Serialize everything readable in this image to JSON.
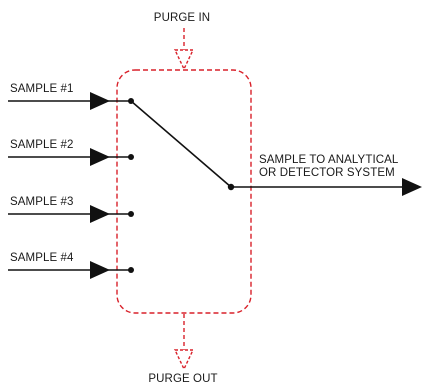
{
  "labels": {
    "purge_in": "PURGE IN",
    "purge_out": "PURGE OUT",
    "output_line1": "SAMPLE TO ANALYTICAL",
    "output_line2": "OR DETECTOR SYSTEM"
  },
  "inputs": [
    {
      "label": "SAMPLE #1",
      "selected": true
    },
    {
      "label": "SAMPLE #2",
      "selected": false
    },
    {
      "label": "SAMPLE #3",
      "selected": false
    },
    {
      "label": "SAMPLE #4",
      "selected": false
    }
  ],
  "colors": {
    "line": "#111111",
    "valve_outline": "#d9212a"
  }
}
